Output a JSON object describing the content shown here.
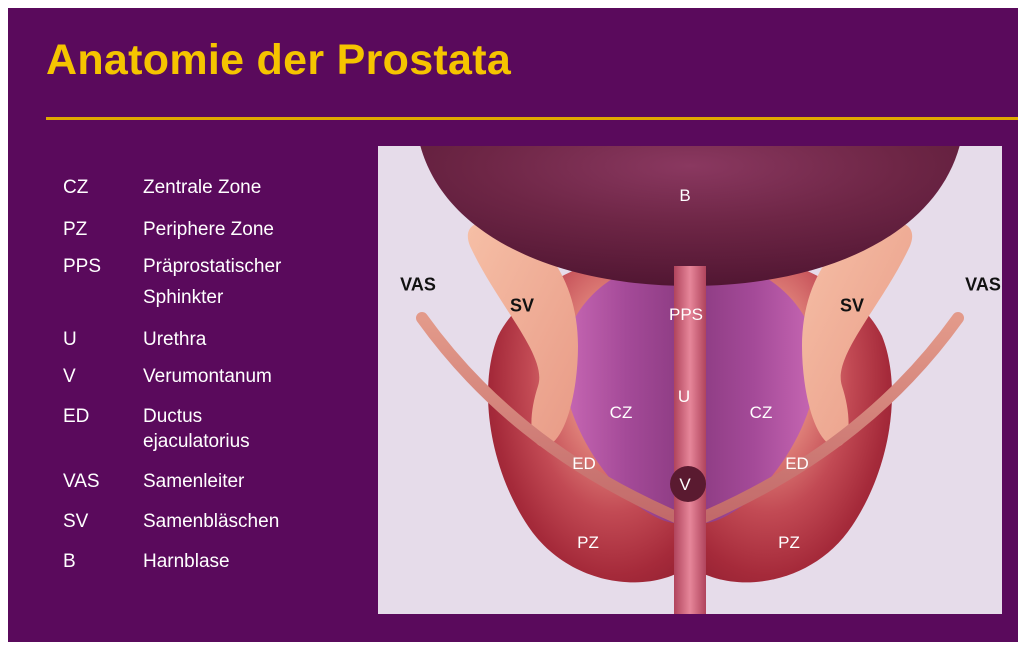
{
  "title": "Anatomie der Prostata",
  "colors": {
    "background": "#5a0a5c",
    "title": "#f5c400",
    "rule": "#e0a800",
    "legend_text": "#ffffff",
    "figure_background": "#e6dcea"
  },
  "legend": [
    {
      "abbr": "CZ",
      "text": "Zentrale Zone"
    },
    {
      "abbr": "PZ",
      "text": "Periphere Zone"
    },
    {
      "abbr": "PPS",
      "text": "Präprostatischer",
      "text2": "Sphinkter"
    },
    {
      "abbr": "U",
      "text": "Urethra"
    },
    {
      "abbr": "V",
      "text": "Verumontanum"
    },
    {
      "abbr": "ED",
      "text": "Ductus",
      "text2": "ejaculatorius"
    },
    {
      "abbr": "VAS",
      "text": "Samenleiter"
    },
    {
      "abbr": "SV",
      "text": "Samenbläschen"
    },
    {
      "abbr": "B",
      "text": "Harnblase"
    }
  ],
  "figure_labels": {
    "b": "B",
    "pps": "PPS",
    "u": "U",
    "v": "V",
    "cz_left": "CZ",
    "cz_right": "CZ",
    "ed_left": "ED",
    "ed_right": "ED",
    "pz_left": "PZ",
    "pz_right": "PZ",
    "sv_left": "SV",
    "sv_right": "SV",
    "vas_left": "VAS",
    "vas_right": "VAS"
  }
}
